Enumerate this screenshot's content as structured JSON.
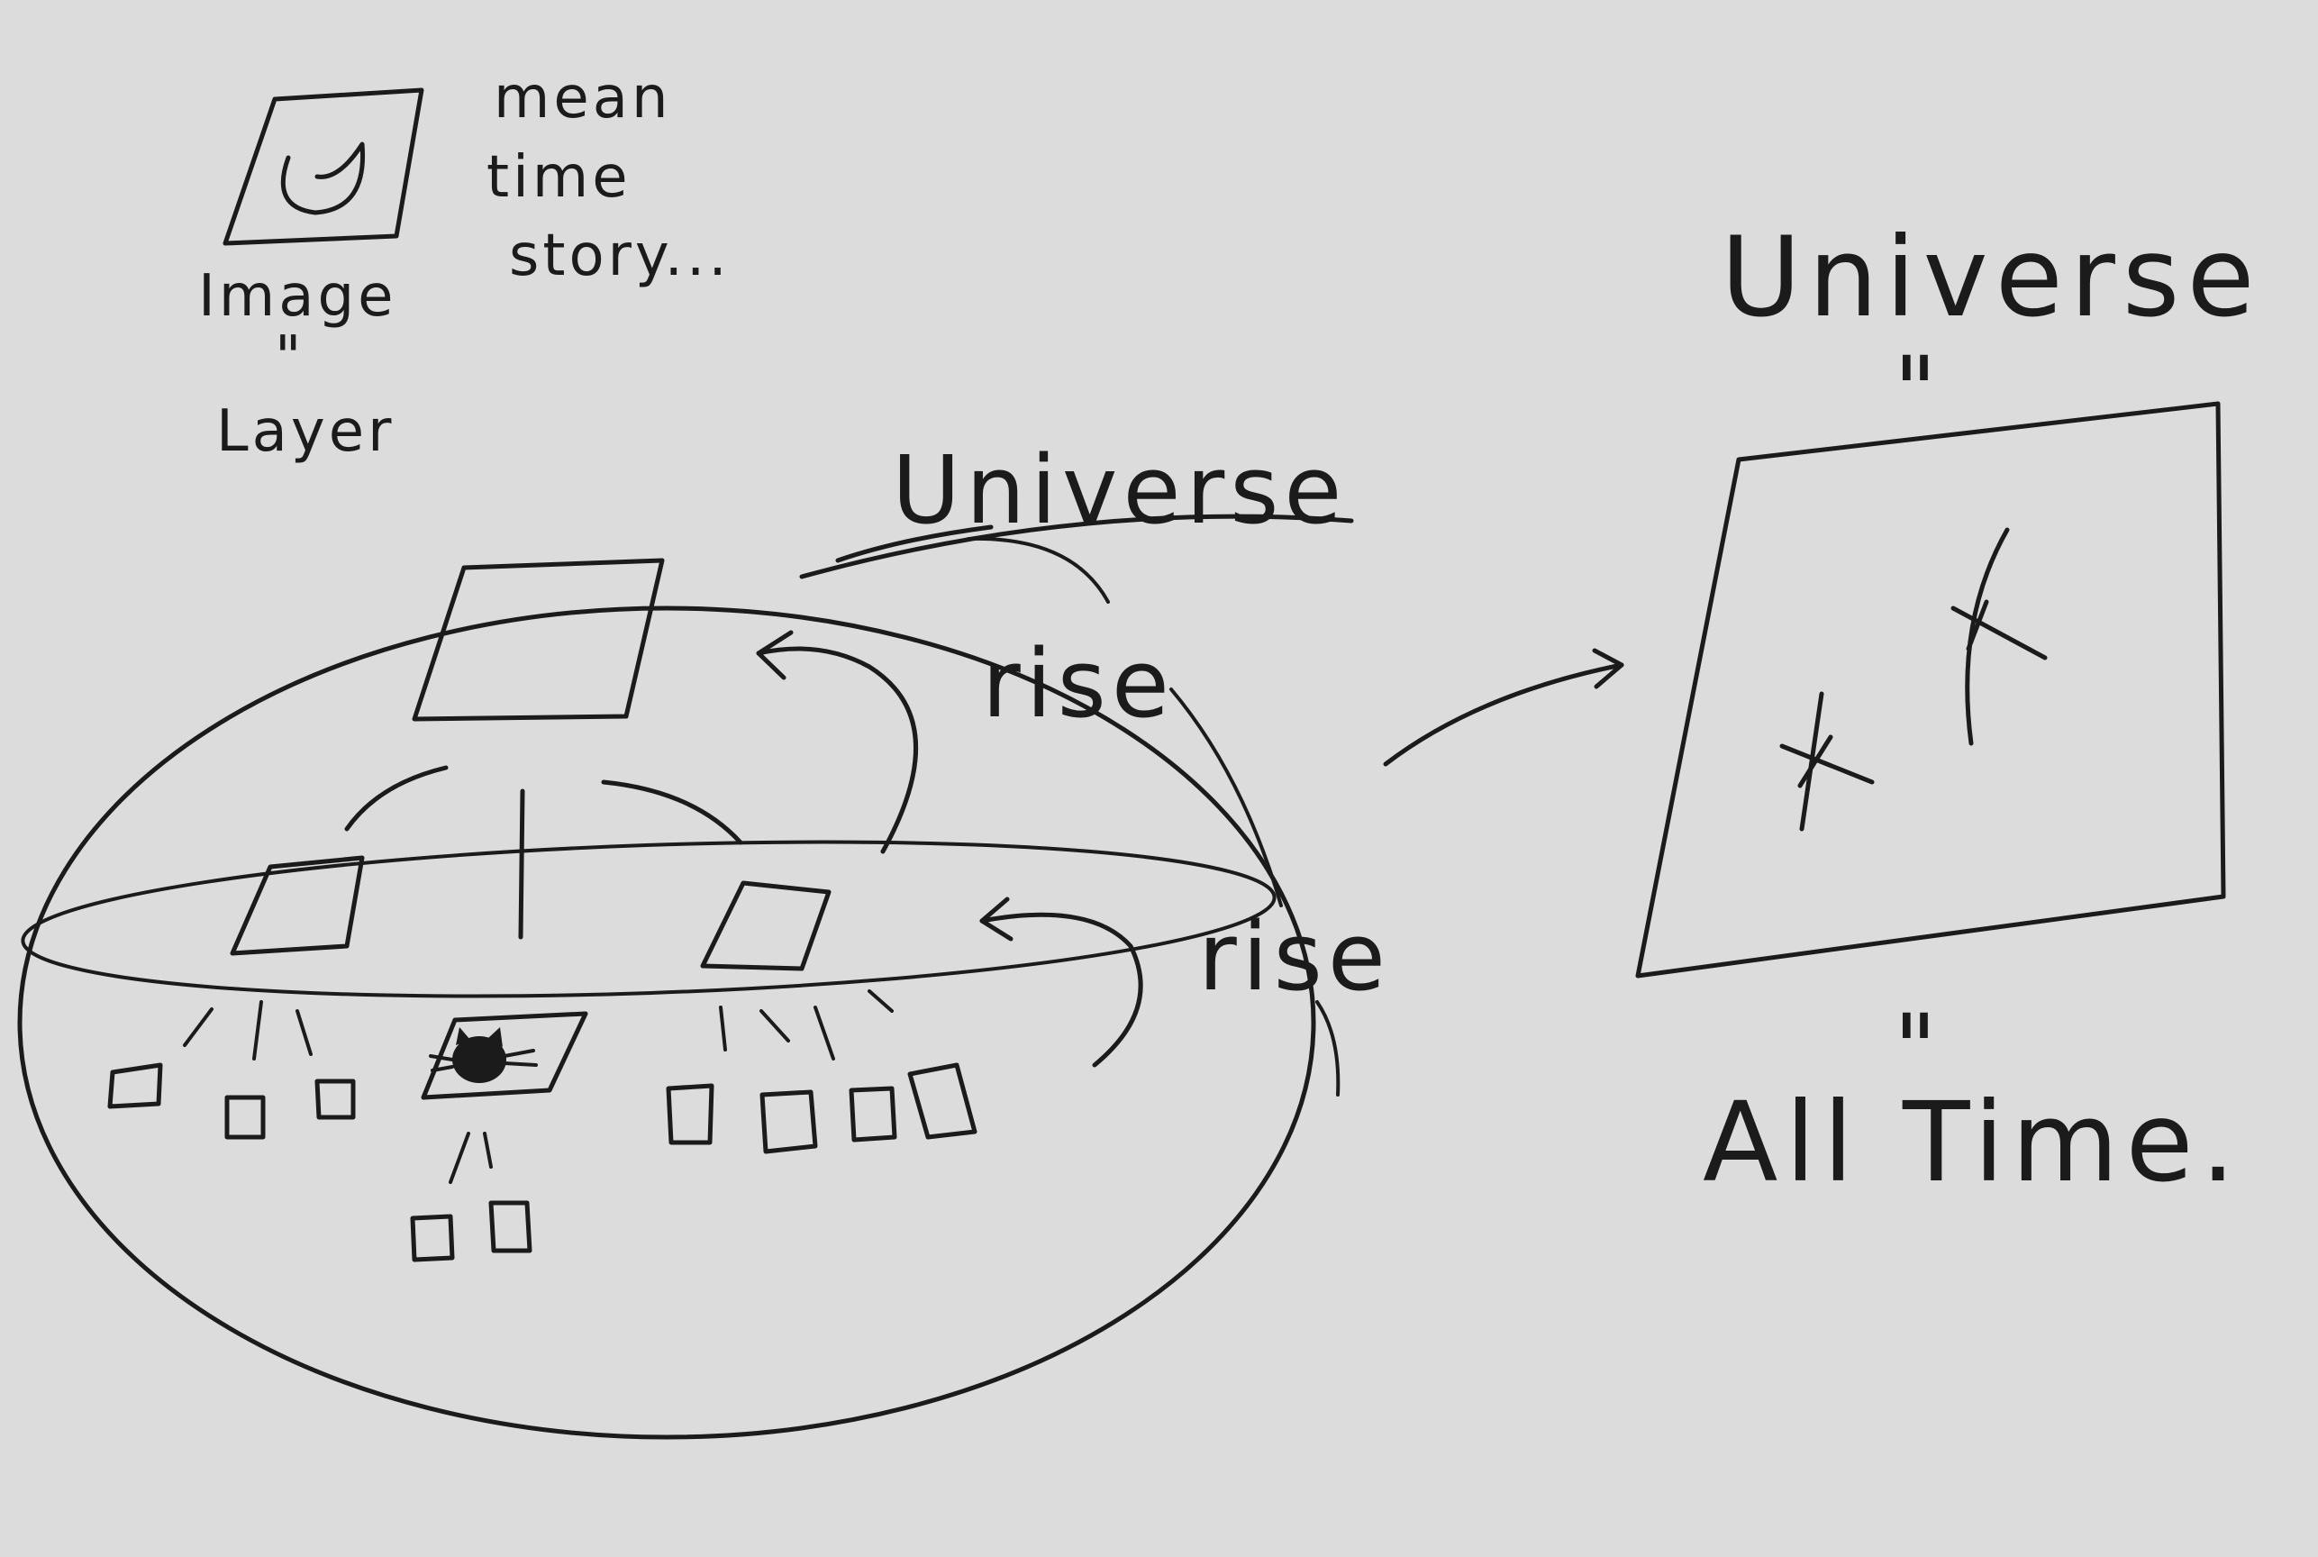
{
  "legend": {
    "icon": "image-frame-icon",
    "label_top": "Image",
    "equals": "\"",
    "label_bottom": "Layer",
    "notes": [
      "mean",
      "time",
      "story..."
    ]
  },
  "sphere": {
    "title": "Universe",
    "rise_upper": "rise",
    "rise_lower": "rise"
  },
  "right_panel": {
    "title": "Universe",
    "equals_top": "\"",
    "equals_bottom": "\"",
    "caption": "All Time."
  },
  "icons": {
    "cat": "cat-icon",
    "stars": "star-icon"
  },
  "colors": {
    "paper": "#dcdcdc",
    "ink": "#1b1b1b"
  }
}
